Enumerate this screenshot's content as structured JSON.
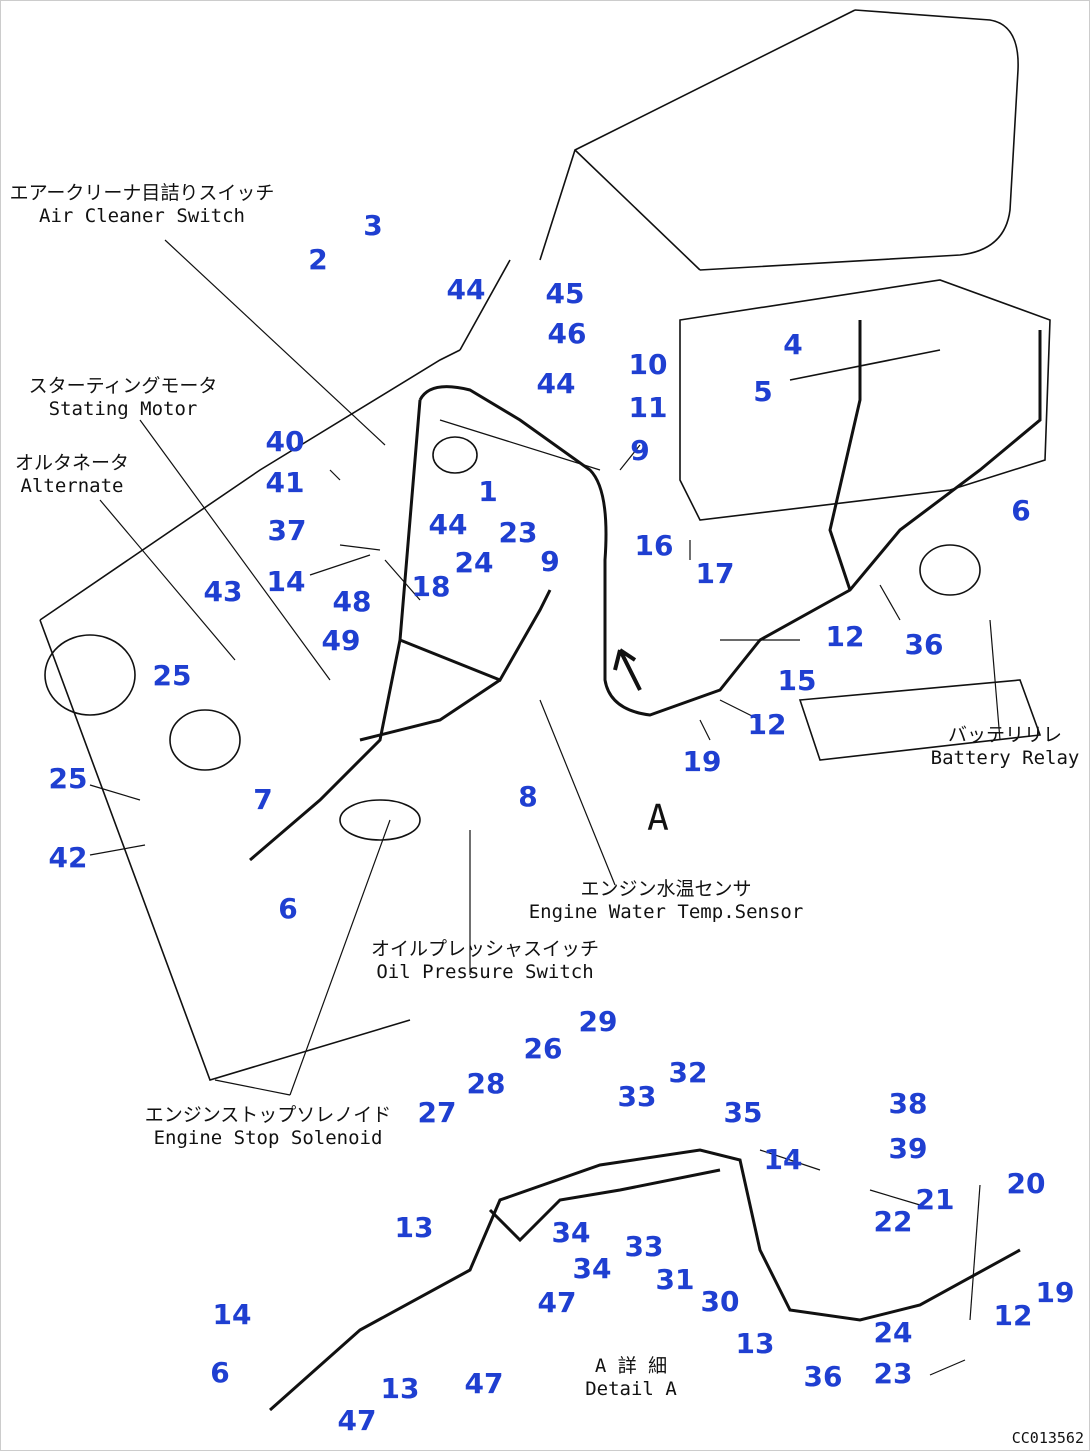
{
  "part_numbers": {
    "p1": "1",
    "p2": "2",
    "p3": "3",
    "p4": "4",
    "p5": "5",
    "p6": "6",
    "p7": "7",
    "p8": "8",
    "p9": "9",
    "p10": "10",
    "p11": "11",
    "p12": "12",
    "p13": "13",
    "p14": "14",
    "p15": "15",
    "p16": "16",
    "p17": "17",
    "p18": "18",
    "p19": "19",
    "p20": "20",
    "p21": "21",
    "p22": "22",
    "p23": "23",
    "p24": "24",
    "p25": "25",
    "p26": "26",
    "p27": "27",
    "p28": "28",
    "p29": "29",
    "p30": "30",
    "p31": "31",
    "p32": "32",
    "p33": "33",
    "p34": "34",
    "p35": "35",
    "p36": "36",
    "p37": "37",
    "p38": "38",
    "p39": "39",
    "p40": "40",
    "p41": "41",
    "p42": "42",
    "p43": "43",
    "p44": "44",
    "p45": "45",
    "p46": "46",
    "p47": "47",
    "p48": "48",
    "p49": "49"
  },
  "labels": {
    "air_cleaner_jp": "エアークリーナ目詰りスイッチ",
    "air_cleaner_en": "Air Cleaner Switch",
    "starting_motor_jp": "スターティングモータ",
    "starting_motor_en": "Stating Motor",
    "alternator_jp": "オルタネータ",
    "alternator_en": "Alternate",
    "battery_relay_jp": "バッテリリレ",
    "battery_relay_en": "Battery Relay",
    "water_temp_jp": "エンジン水温センサ",
    "water_temp_en": "Engine Water Temp.Sensor",
    "oil_pressure_jp": "オイルプレッシャスイッチ",
    "oil_pressure_en": "Oil Pressure Switch",
    "stop_solenoid_jp": "エンジンストップソレノイド",
    "stop_solenoid_en": "Engine Stop Solenoid",
    "detail_jp": "A 詳 細",
    "detail_en": "Detail A",
    "view_a": "A",
    "drawing_code": "CC013562"
  },
  "colors": {
    "callout": "#1f3fd1",
    "line": "#111111"
  }
}
